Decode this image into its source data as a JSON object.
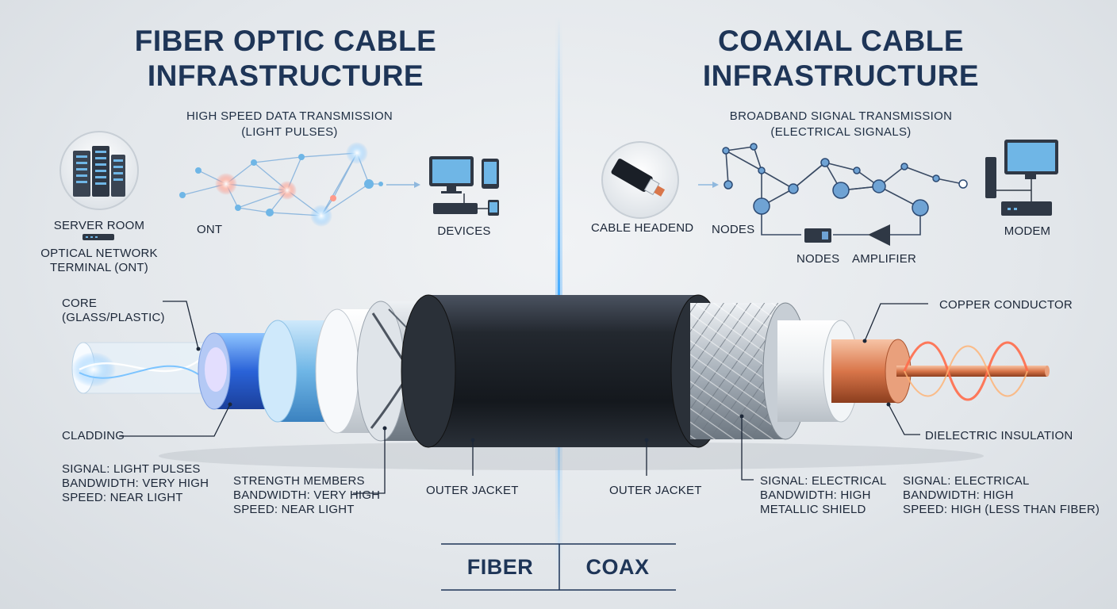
{
  "fiber": {
    "title_line1": "FIBER OPTIC CABLE",
    "title_line2": "INFRASTRUCTURE",
    "transmission_line1": "HIGH SPEED DATA TRANSMISSION",
    "transmission_line2": "(LIGHT PULSES)",
    "server_room": "SERVER ROOM",
    "ont_line1": "OPTICAL NETWORK",
    "ont_line2": "TERMINAL (ONT)",
    "ont_short": "ONT",
    "devices": "DEVICES",
    "core_line1": "CORE",
    "core_line2": "(GLASS/PLASTIC)",
    "cladding": "CLADDING",
    "specs": [
      "SIGNAL: LIGHT PULSES",
      "BANDWIDTH: VERY HIGH",
      "SPEED: NEAR LIGHT"
    ],
    "strength": [
      "STRENGTH MEMBERS",
      "BANDWIDTH: VERY HIGH",
      "SPEED: NEAR LIGHT"
    ],
    "outer_jacket": "OUTER JACKET"
  },
  "coax": {
    "title_line1": "COAXIAL CABLE",
    "title_line2": "INFRASTRUCTURE",
    "transmission_line1": "BROADBAND SIGNAL TRANSMISSION",
    "transmission_line2": "(ELECTRICAL SIGNALS)",
    "headend": "CABLE HEADEND",
    "nodes": "NODES",
    "nodes2": "NODES",
    "amplifier": "AMPLIFIER",
    "modem": "MODEM",
    "copper": "COPPER CONDUCTOR",
    "dielectric": "DIELECTRIC INSULATION",
    "outer_jacket": "OUTER JACKET",
    "shield": [
      "SIGNAL: ELECTRICAL",
      "BANDWIDTH: HIGH",
      "METALLIC SHIELD"
    ],
    "specs": [
      "SIGNAL: ELECTRICAL",
      "BANDWIDTH: HIGH",
      "SPEED: HIGH (LESS THAN FIBER)"
    ]
  },
  "footer": {
    "left": "FIBER",
    "right": "COAX"
  },
  "colors": {
    "title": "#1e3557",
    "accent_blue": "#3fa9ff",
    "copper": "#d9764a",
    "jacket": "#1a1f27"
  }
}
